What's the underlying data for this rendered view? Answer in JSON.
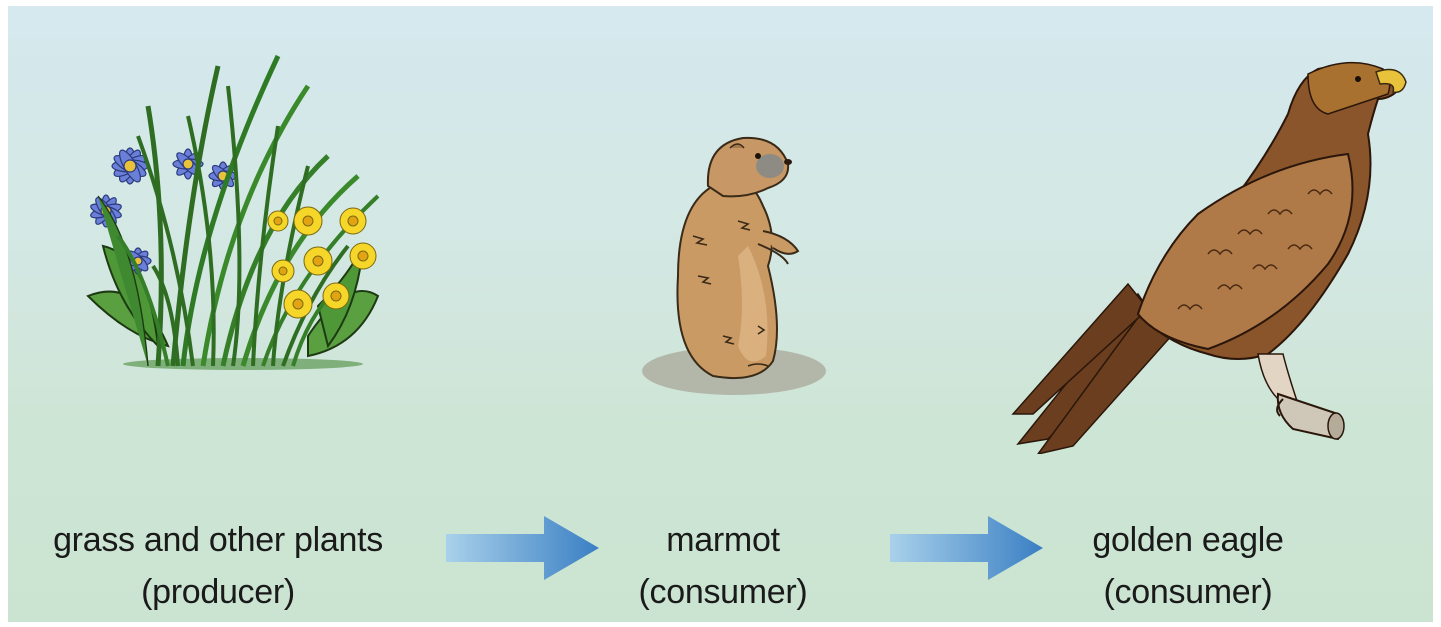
{
  "food_chain": {
    "items": [
      {
        "name": "grass and other plants",
        "role": "(producer)",
        "icon": "grass-flowers-icon"
      },
      {
        "name": "marmot",
        "role": "(consumer)",
        "icon": "marmot-icon"
      },
      {
        "name": "golden eagle",
        "role": "(consumer)",
        "icon": "golden-eagle-icon"
      }
    ],
    "arrows": [
      {
        "icon": "right-arrow-icon",
        "color": "#3a7fc4"
      },
      {
        "icon": "right-arrow-icon",
        "color": "#3a7fc4"
      }
    ]
  },
  "colors": {
    "background_top": "#d5e9ef",
    "background_bottom": "#cbe4d1",
    "arrow": "#3a7fc4"
  }
}
